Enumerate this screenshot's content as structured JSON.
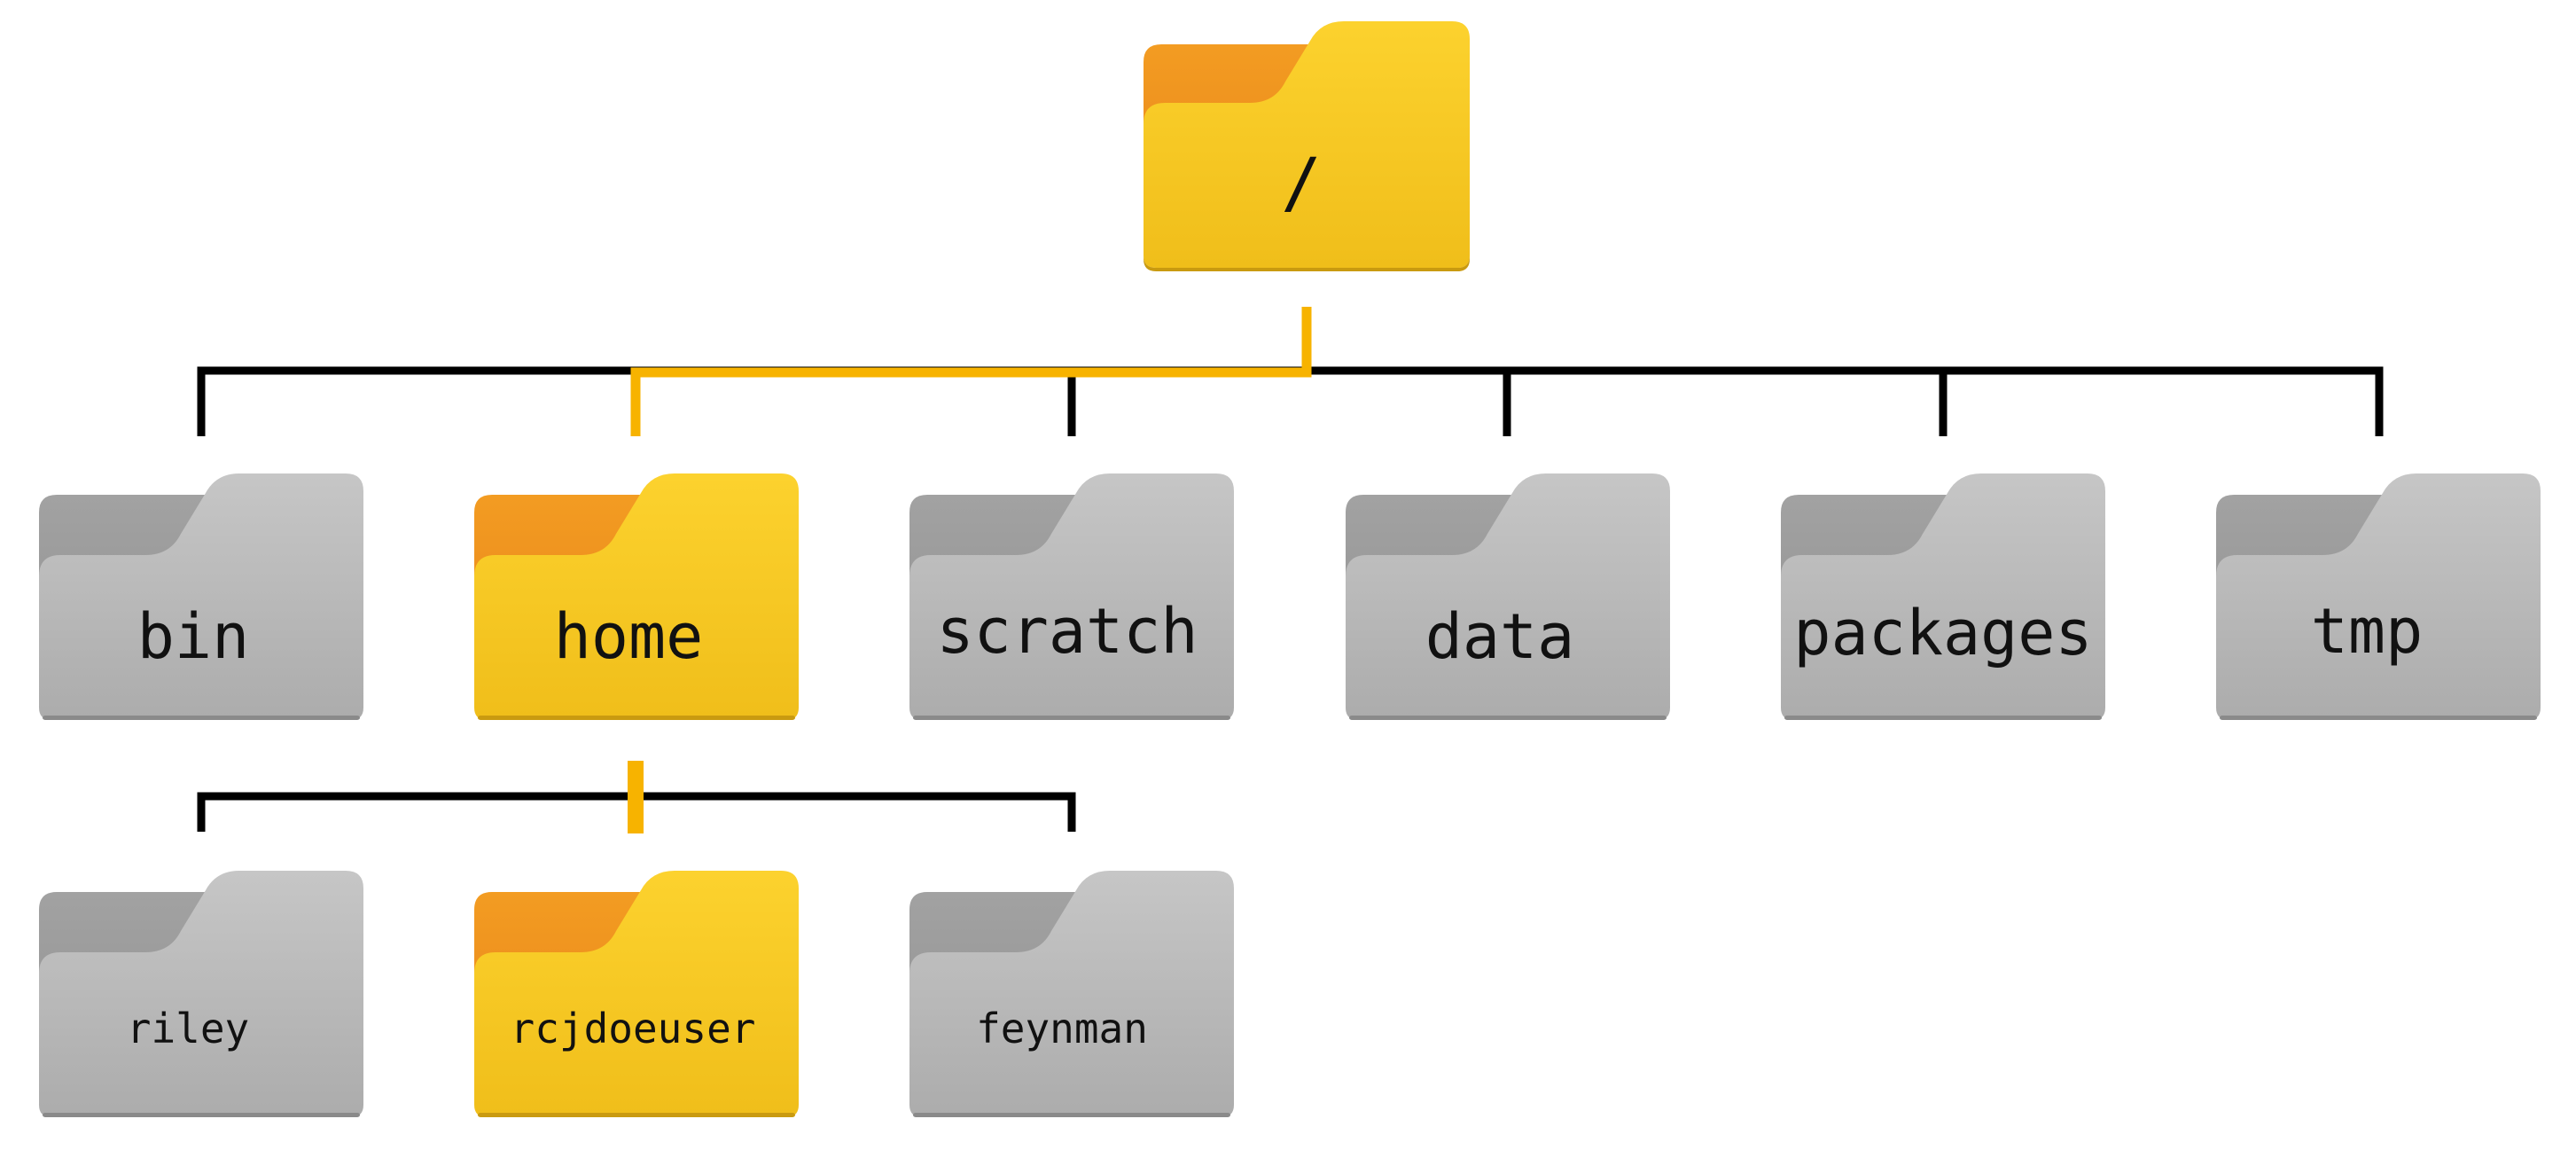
{
  "colors": {
    "highlight_back": "#f0921e",
    "highlight_front_top": "#fcd22e",
    "highlight_front_bottom": "#f0be1a",
    "highlight_edge": "#c99a10",
    "plain_back": "#9a9a9a",
    "plain_front_top": "#c4c4c4",
    "plain_front_bottom": "#adadad",
    "plain_edge": "#8a8a8a",
    "connector": "#000000",
    "highlight_connector": "#f7b300"
  },
  "root": {
    "label": "/",
    "highlighted": true
  },
  "level1": [
    {
      "label": "bin",
      "highlighted": false
    },
    {
      "label": "home",
      "highlighted": true
    },
    {
      "label": "scratch",
      "highlighted": false
    },
    {
      "label": "data",
      "highlighted": false
    },
    {
      "label": "packages",
      "highlighted": false
    },
    {
      "label": "tmp",
      "highlighted": false
    }
  ],
  "level2": [
    {
      "label": "riley",
      "highlighted": false
    },
    {
      "label": "rcjdoeuser",
      "highlighted": true
    },
    {
      "label": "feynman",
      "highlighted": false
    }
  ]
}
